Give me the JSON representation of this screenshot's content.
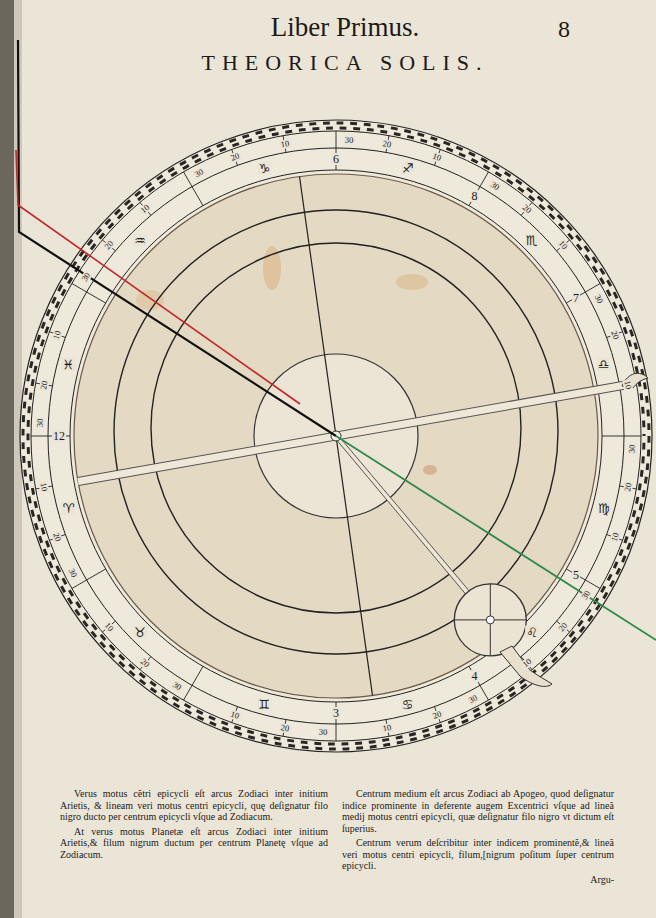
{
  "diagram": {
    "title": "THEORICA SOLIS.",
    "labels": [
      "Liber Primus.",
      "8",
      "♈",
      "♉",
      "♊",
      "♋",
      "♌",
      "♍",
      "♎",
      "♏",
      "♐",
      "♑",
      "♒",
      "♓",
      "10",
      "20",
      "30",
      "10",
      "20",
      "30",
      "10",
      "20",
      "30",
      "10",
      "20",
      "30",
      "10",
      "20",
      "30",
      "10",
      "20",
      "30",
      "10",
      "20",
      "30",
      "10",
      "20",
      "30",
      "10",
      "20",
      "30",
      "10",
      "20",
      "30",
      "10",
      "20",
      "30",
      "10",
      "20",
      "30",
      "6",
      "7",
      "8",
      "12",
      "3",
      "4",
      "5",
      "Verus motus cẽtri epicycli eſt arcus Zodiaci inter initium Arietis, & lineam veri motus centri epicycli, quę deſignatur filo nigro ducto per centrum epicycli vſque ad Zodiacum.",
      "At verus motus Planetæ eſt arcus Zodiaci inter initium Arietis,& filum nigrum ductum per centrum Planetę vſque ad Zodiacum.",
      "Centrum medium eſt arcus Zodiaci ab Apogeo, quod deſignatur indice prominente in deferente augem Excentrici vſque ad lineã medij motus centri epicycli, quæ deſignatur filo nigro vt dictum eſt ſuperius.",
      "Centrum verum deſcribitur inter indicem prominentẽ,& lineã veri motus centri epicycli, filum,[nigrum poſitum ſuper centrum epicycli.",
      "Argu-"
    ]
  }
}
